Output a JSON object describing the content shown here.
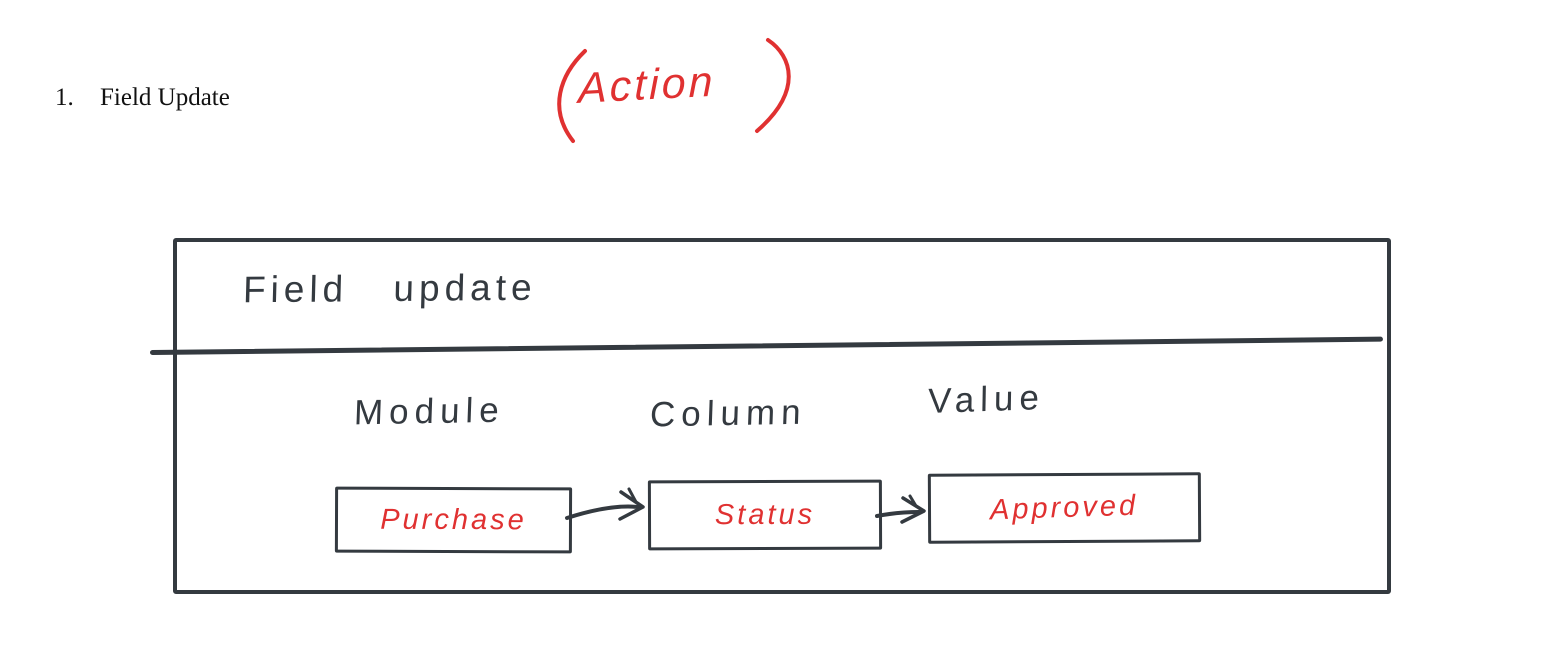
{
  "page": {
    "heading_number": "1.",
    "heading_text": "Field Update"
  },
  "annotation": {
    "word": "Action",
    "open_paren": "(",
    "close_paren": ")",
    "color": "#e03131"
  },
  "panel": {
    "title": "Field update",
    "columns": [
      {
        "label": "Module",
        "value": "Purchase"
      },
      {
        "label": "Column",
        "value": "Status"
      },
      {
        "label": "Value",
        "value": "Approved"
      }
    ],
    "flow": [
      "Purchase",
      "Status",
      "Approved"
    ]
  },
  "colors": {
    "ink": "#343a40",
    "handwriting_red": "#e03131",
    "typed_text": "#111111",
    "background": "#ffffff"
  }
}
